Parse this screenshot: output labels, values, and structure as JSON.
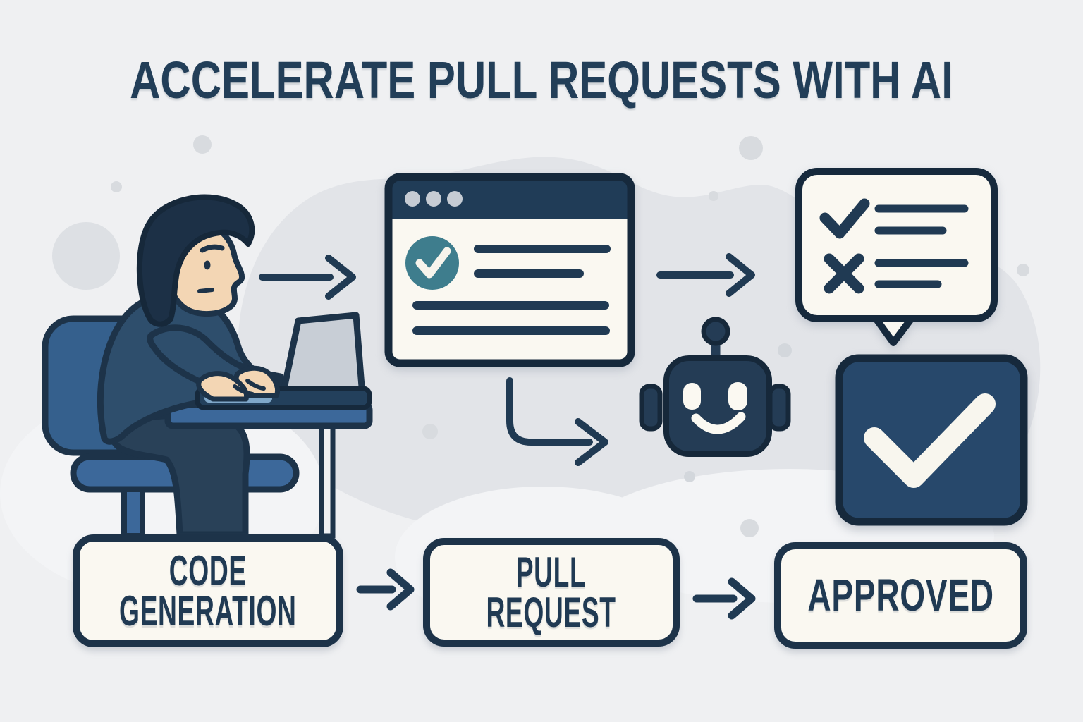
{
  "title": "ACCELERATE PULL REQUESTS WITH AI",
  "flow": {
    "steps": [
      {
        "id": "code-generation",
        "lines": [
          "CODE",
          "GENERATION"
        ]
      },
      {
        "id": "pull-request",
        "lines": [
          "PULL",
          "REQUEST"
        ]
      },
      {
        "id": "approved",
        "lines": [
          "APPROVED"
        ]
      }
    ]
  },
  "illustration": {
    "developer": "developer-typing-on-laptop",
    "pr_window": "pull-request-window-with-check",
    "review_bubble": "review-checklist-speech-bubble",
    "ai_bot": "ai-bot-head",
    "approved_check": "approved-checkbox"
  },
  "colors": {
    "background": "#eff0f2",
    "blob_gray": "#e2e4e8",
    "navy_outline": "#16293c",
    "navy_fill": "#203a53",
    "mid_blue": "#3c689a",
    "teal_accent": "#3e7d8d",
    "card_cream": "#faf8f1",
    "approved_blue": "#27486b",
    "skin": "#f3d6b4"
  }
}
